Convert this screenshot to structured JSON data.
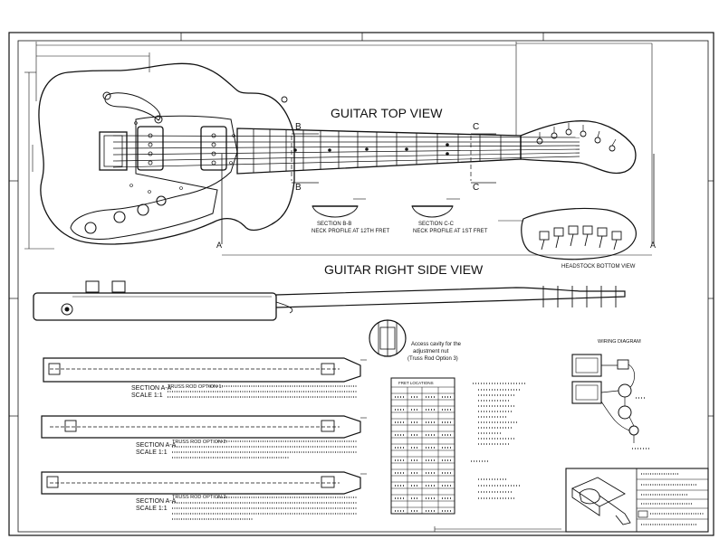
{
  "views": {
    "top_title": "GUITAR TOP VIEW",
    "side_title": "GUITAR RIGHT SIDE VIEW",
    "headstock_view": "HEADSTOCK BOTTOM VIEW"
  },
  "sections": {
    "b_marker": "B",
    "c_marker": "C",
    "a_marker": "A",
    "b_caption_1": "SECTION B-B",
    "b_caption_2": "NECK PROFILE AT 12TH FRET",
    "c_caption_1": "SECTION C-C",
    "c_caption_2": "NECK PROFILE AT 1ST FRET",
    "a_views": [
      {
        "label_1": "SECTION A-A",
        "label_2": "SCALE 1:1",
        "heading": "TRUSS ROD OPTION 1:"
      },
      {
        "label_1": "SECTION A-A",
        "label_2": "SCALE 1:1",
        "heading": "TRUSS ROD OPTION 2:"
      },
      {
        "label_1": "SECTION A-A",
        "label_2": "SCALE 1:1",
        "heading": "TRUSS ROD OPTION 3:"
      }
    ]
  },
  "notes": {
    "truss_access_1": "Access cavity for the",
    "truss_access_2": "adjustment nut",
    "truss_access_3": "(Truss Rod Option 3)",
    "wiring_title": "WIRING DIAGRAM"
  },
  "fret_table": {
    "header": "FRET LOCATIONS"
  },
  "colors": {
    "ink": "#111111",
    "paper": "#ffffff"
  }
}
